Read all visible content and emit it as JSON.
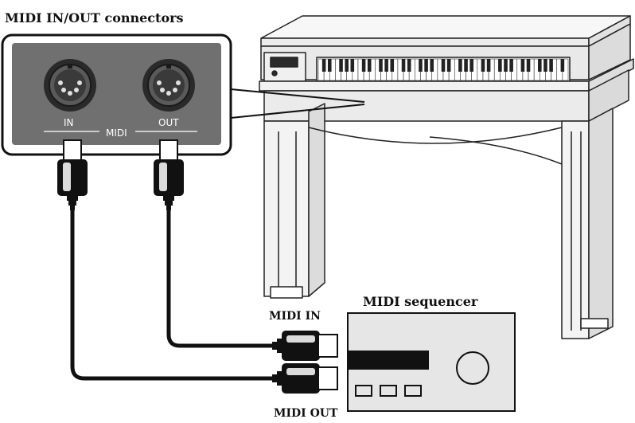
{
  "labels": {
    "connectors_title": "MIDI IN/OUT connectors",
    "sequencer_title": "MIDI sequencer",
    "midi_in": "MIDI IN",
    "midi_out": "MIDI OUT"
  },
  "panel": {
    "in_label": "IN",
    "out_label": "OUT",
    "midi_label": "MIDI"
  }
}
